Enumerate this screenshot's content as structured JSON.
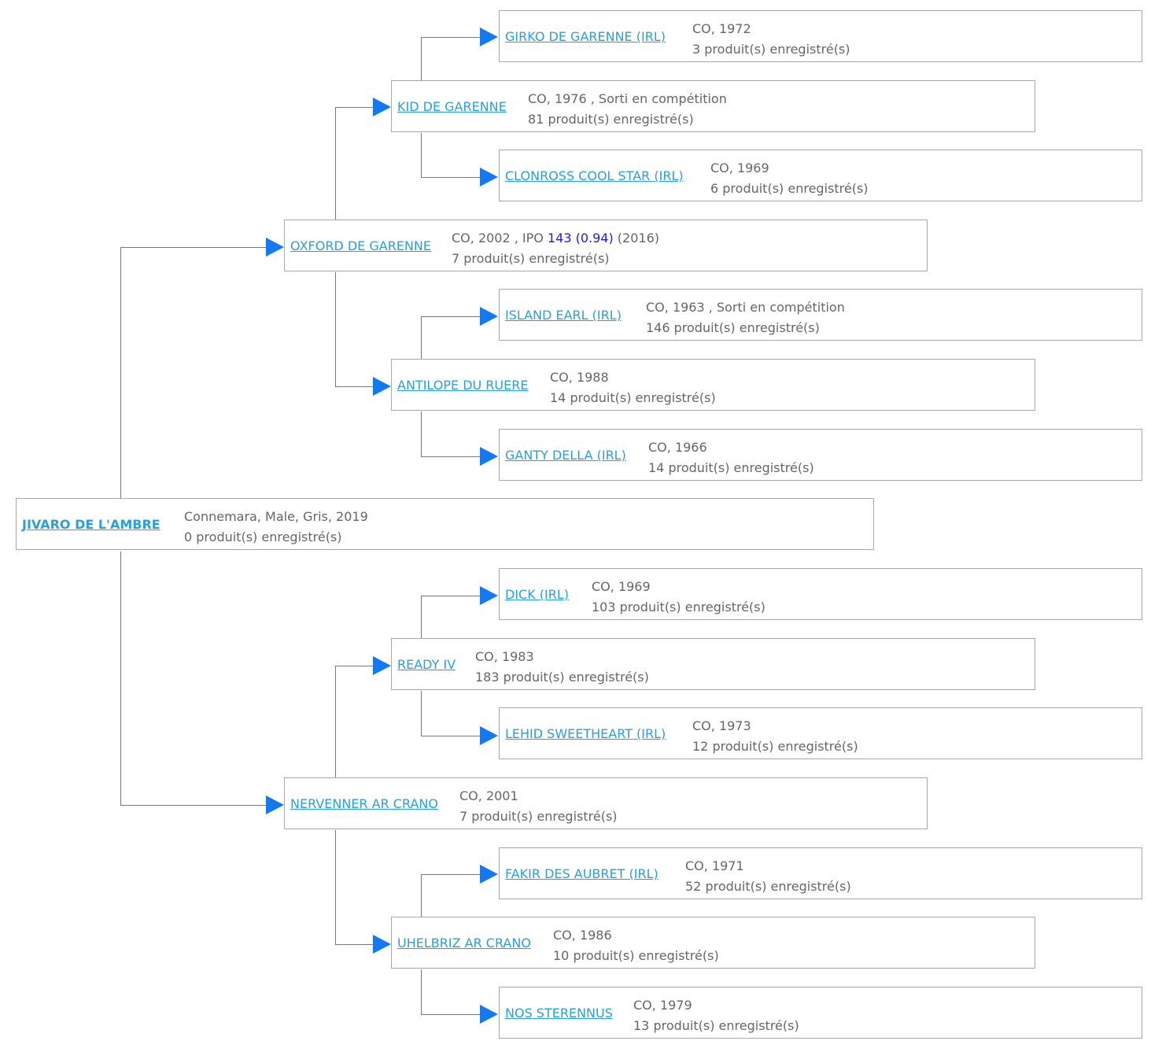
{
  "colors": {
    "link": "#2a9fd8",
    "text": "#666666",
    "border": "#a8a8a8",
    "arrow": "#1479f0",
    "line": "#777777",
    "ipo": "#1a1aee"
  },
  "root": {
    "name": "JIVARO DE L'AMBRE",
    "line1": "Connemara, Male, Gris, 2019",
    "line2": "0 produit(s) enregistré(s)"
  },
  "sire": {
    "name": "OXFORD DE GARENNE",
    "line1_pre": "CO, 2002 , IPO ",
    "ipo_value": "143 (0.94)",
    "line1_post": " (2016)",
    "line2": "7 produit(s) enregistré(s)"
  },
  "sire_sire": {
    "name": "KID DE GARENNE",
    "line1": "CO, 1976 , Sorti en compétition",
    "line2": "81 produit(s) enregistré(s)"
  },
  "sire_sire_sire": {
    "name": "GIRKO DE GARENNE (IRL)",
    "line1": "CO, 1972",
    "line2": "3 produit(s) enregistré(s)"
  },
  "sire_sire_dam": {
    "name": "CLONROSS COOL STAR (IRL)",
    "line1": "CO, 1969",
    "line2": "6 produit(s) enregistré(s)"
  },
  "sire_dam": {
    "name": "ANTILOPE DU RUERE",
    "line1": "CO, 1988",
    "line2": "14 produit(s) enregistré(s)"
  },
  "sire_dam_sire": {
    "name": "ISLAND EARL (IRL)",
    "line1": "CO, 1963 , Sorti en compétition",
    "line2": "146 produit(s) enregistré(s)"
  },
  "sire_dam_dam": {
    "name": "GANTY DELLA (IRL)",
    "line1": "CO, 1966",
    "line2": "14 produit(s) enregistré(s)"
  },
  "dam": {
    "name": "NERVENNER AR CRANO",
    "line1": "CO, 2001",
    "line2": "7 produit(s) enregistré(s)"
  },
  "dam_sire": {
    "name": "READY IV",
    "line1": "CO, 1983",
    "line2": "183 produit(s) enregistré(s)"
  },
  "dam_sire_sire": {
    "name": "DICK (IRL)",
    "line1": "CO, 1969",
    "line2": "103 produit(s) enregistré(s)"
  },
  "dam_sire_dam": {
    "name": "LEHID SWEETHEART (IRL)",
    "line1": "CO, 1973",
    "line2": "12 produit(s) enregistré(s)"
  },
  "dam_dam": {
    "name": "UHELBRIZ AR CRANO",
    "line1": "CO, 1986",
    "line2": "10 produit(s) enregistré(s)"
  },
  "dam_dam_sire": {
    "name": "FAKIR DES AUBRET (IRL)",
    "line1": "CO, 1971",
    "line2": "52 produit(s) enregistré(s)"
  },
  "dam_dam_dam": {
    "name": "NOS STERENNUS",
    "line1": "CO, 1979",
    "line2": "13 produit(s) enregistré(s)"
  }
}
